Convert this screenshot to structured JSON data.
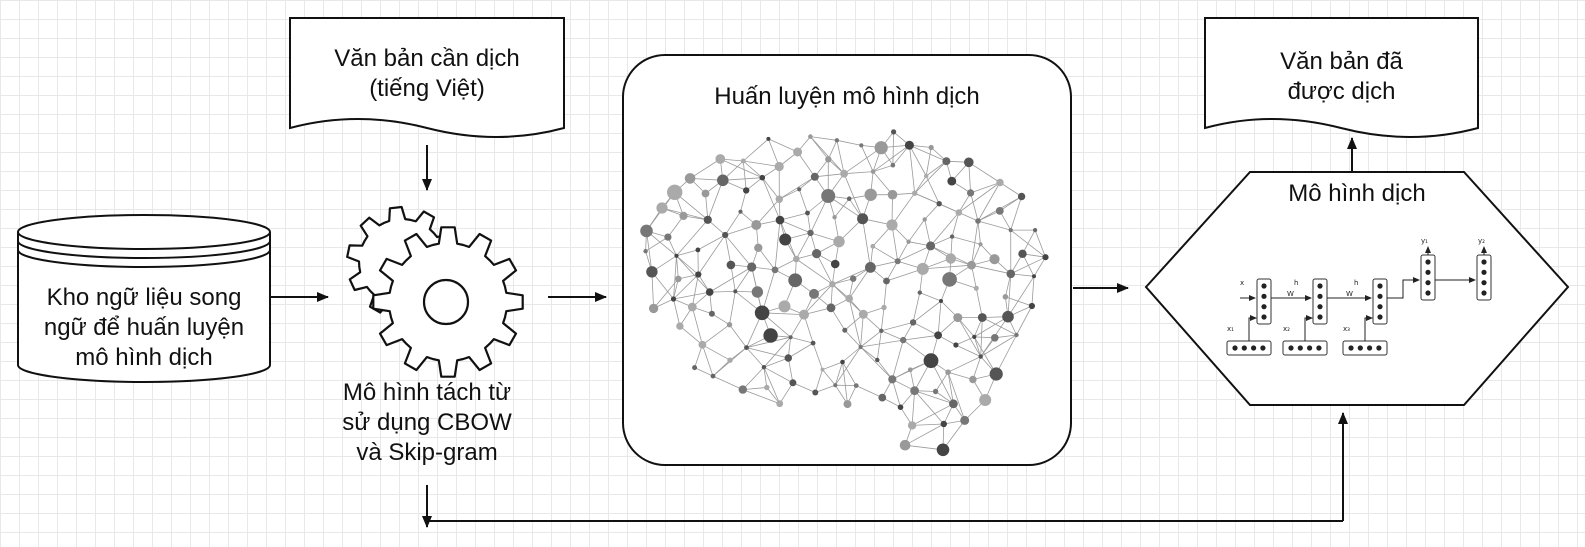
{
  "nodes": {
    "corpus": {
      "lines": [
        "Kho ngữ liệu song",
        "ngữ để huấn luyện",
        "mô hình dịch"
      ]
    },
    "source_text": {
      "lines": [
        "Văn bản cần dịch",
        "(tiếng Việt)"
      ]
    },
    "tokenizer": {
      "lines": [
        "Mô hình tách từ",
        "sử dụng CBOW",
        "và Skip-gram"
      ]
    },
    "training": {
      "title": "Huấn luyện mô hình dịch"
    },
    "translation_model": {
      "title": "Mô hình dịch"
    },
    "translated_text": {
      "lines": [
        "Văn bản đã",
        "được dịch"
      ]
    }
  },
  "rnn_labels": {
    "w": "W",
    "x": [
      "x₁",
      "x₂",
      "x₃"
    ],
    "y": [
      "y₁",
      "y₂"
    ]
  }
}
